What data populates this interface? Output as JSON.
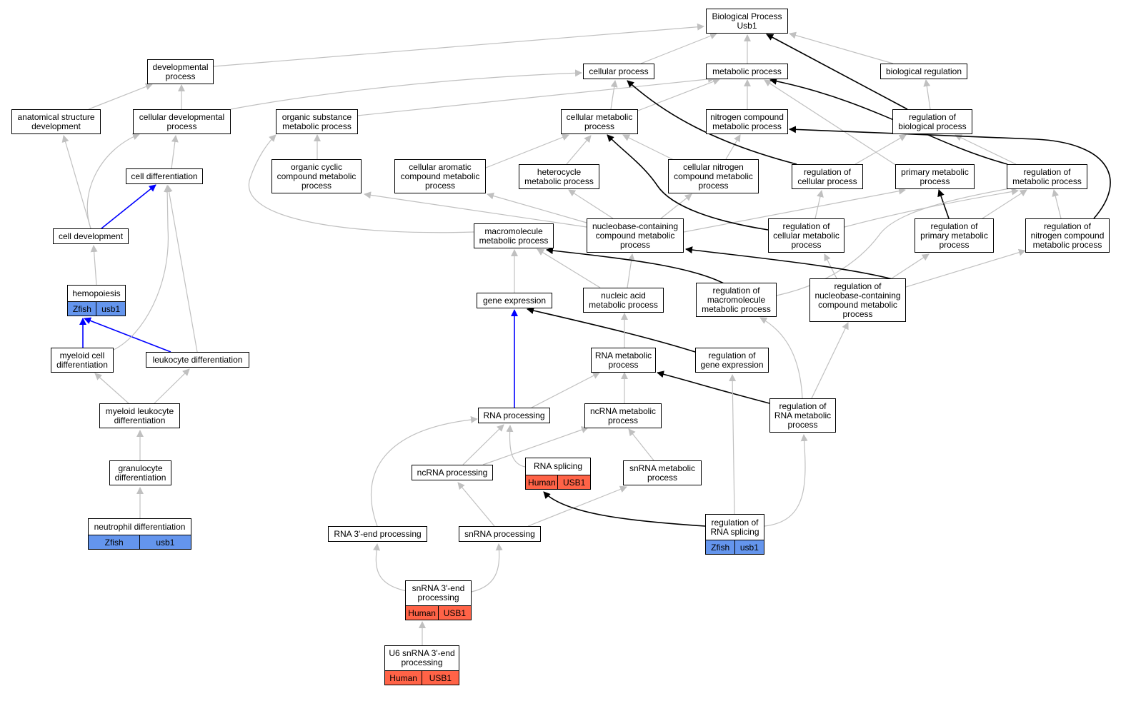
{
  "colors": {
    "zfish": "#6495ED",
    "human": "#FF6347",
    "edge_default": "#c0c0c0",
    "edge_path": "#000000",
    "edge_blue": "#0000ff"
  },
  "nodes": {
    "bp": {
      "label": "Biological Process\nUsb1"
    },
    "devp": {
      "label": "developmental\nprocess"
    },
    "cellp": {
      "label": "cellular process"
    },
    "metp": {
      "label": "metabolic process"
    },
    "bioreg": {
      "label": "biological regulation"
    },
    "anat": {
      "label": "anatomical structure\ndevelopment"
    },
    "celldevp": {
      "label": "cellular developmental\nprocess"
    },
    "orgsub": {
      "label": "organic substance\nmetabolic process"
    },
    "cellmet": {
      "label": "cellular metabolic\nprocess"
    },
    "nitro": {
      "label": "nitrogen compound\nmetabolic process"
    },
    "regbio": {
      "label": "regulation of\nbiological process"
    },
    "celldiff": {
      "label": "cell differentiation"
    },
    "orgcyc": {
      "label": "organic cyclic\ncompound metabolic\nprocess"
    },
    "cellarom": {
      "label": "cellular aromatic\ncompound metabolic\nprocess"
    },
    "hetero": {
      "label": "heterocycle\nmetabolic process"
    },
    "cellnitro": {
      "label": "cellular nitrogen\ncompound metabolic\nprocess"
    },
    "regcell": {
      "label": "regulation of\ncellular process"
    },
    "primmet": {
      "label": "primary metabolic\nprocess"
    },
    "regmet": {
      "label": "regulation of\nmetabolic process"
    },
    "celldev": {
      "label": "cell development"
    },
    "macromet": {
      "label": "macromolecule\nmetabolic process"
    },
    "nucbase": {
      "label": "nucleobase-containing\ncompound metabolic\nprocess"
    },
    "regcellmet": {
      "label": "regulation of\ncellular metabolic\nprocess"
    },
    "regprim": {
      "label": "regulation of\nprimary metabolic\nprocess"
    },
    "regnitro": {
      "label": "regulation of\nnitrogen compound\nmetabolic process"
    },
    "hemo": {
      "label": "hemopoiesis",
      "tags": [
        "Zfish",
        "usb1"
      ],
      "species": "zfish"
    },
    "geneexp": {
      "label": "gene expression"
    },
    "nucacid": {
      "label": "nucleic acid\nmetabolic process"
    },
    "regmacro": {
      "label": "regulation of\nmacromolecule\nmetabolic process"
    },
    "regnuc": {
      "label": "regulation of\nnucleobase-containing\ncompound metabolic\nprocess"
    },
    "myecell": {
      "label": "myeloid cell\ndifferentiation"
    },
    "leuko": {
      "label": "leukocyte differentiation"
    },
    "rnamet": {
      "label": "RNA metabolic\nprocess"
    },
    "reggene": {
      "label": "regulation of\ngene expression"
    },
    "myeleuk": {
      "label": "myeloid leukocyte\ndifferentiation"
    },
    "rnaproc": {
      "label": "RNA processing"
    },
    "ncrnamet": {
      "label": "ncRNA metabolic\nprocess"
    },
    "regrnamet": {
      "label": "regulation of\nRNA metabolic\nprocess"
    },
    "granulo": {
      "label": "granulocyte\ndifferentiation"
    },
    "ncrnaproc": {
      "label": "ncRNA processing"
    },
    "rnasplice": {
      "label": "RNA splicing",
      "tags": [
        "Human",
        "USB1"
      ],
      "species": "human"
    },
    "snrnamet": {
      "label": "snRNA metabolic\nprocess"
    },
    "neutro": {
      "label": "neutrophil differentiation",
      "tags": [
        "Zfish",
        "usb1"
      ],
      "species": "zfish"
    },
    "rna3": {
      "label": "RNA 3'-end processing"
    },
    "snrnaproc": {
      "label": "snRNA processing"
    },
    "regsplice": {
      "label": "regulation of\nRNA splicing",
      "tags": [
        "Zfish",
        "usb1"
      ],
      "species": "zfish"
    },
    "snrna3": {
      "label": "snRNA 3'-end\nprocessing",
      "tags": [
        "Human",
        "USB1"
      ],
      "species": "human"
    },
    "u6": {
      "label": "U6 snRNA 3'-end\nprocessing",
      "tags": [
        "Human",
        "USB1"
      ],
      "species": "human"
    }
  }
}
